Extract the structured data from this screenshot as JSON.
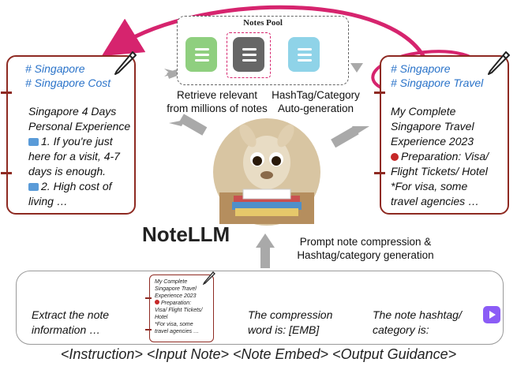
{
  "notes_pool": {
    "title": "Notes Pool"
  },
  "left_note": {
    "tags": [
      "# Singapore",
      "# Singapore Cost"
    ],
    "body": [
      "Singapore 4 Days",
      "Personal Experience",
      "1. If you're just",
      "here for a visit, 4-7",
      "days is enough.",
      "2. High cost of",
      "living …"
    ]
  },
  "right_note": {
    "tags": [
      "# Singapore",
      "# Singapore Travel"
    ],
    "body": [
      "My Complete",
      "Singapore Travel",
      "Experience 2023",
      "Preparation: Visa/",
      "Flight Tickets/ Hotel",
      "*For visa, some",
      "travel agencies …"
    ]
  },
  "center": {
    "retrieve_label": [
      "Retrieve relevant",
      "from millions of notes"
    ],
    "hashtag_label": [
      "HashTag/Category",
      "Auto-generation"
    ],
    "model_name": "NoteLLM",
    "prompt_label": [
      "Prompt note compression &",
      "Hashtag/category generation"
    ]
  },
  "bottom": {
    "instruction": [
      "Extract the note",
      "information …"
    ],
    "mini_note": [
      "My Complete",
      "Singapore Travel",
      "Experience 2023",
      "Preparation:",
      "Visa/ Flight Tickets/",
      "Hotel",
      "*For visa, some",
      "travel agencies …"
    ],
    "compression": [
      "The compression",
      "word is: [EMB]"
    ],
    "guidance": [
      "The note hashtag/",
      "category is:"
    ],
    "legend": "<Instruction> <Input Note> <Note Embed> <Output Guidance>"
  },
  "colors": {
    "card_border": "#8e2a22",
    "tag_blue": "#2a73c9",
    "arrow_magenta": "#d6246e",
    "arrow_gray": "#a9a9a9",
    "play_purple": "#8b5cf6"
  }
}
